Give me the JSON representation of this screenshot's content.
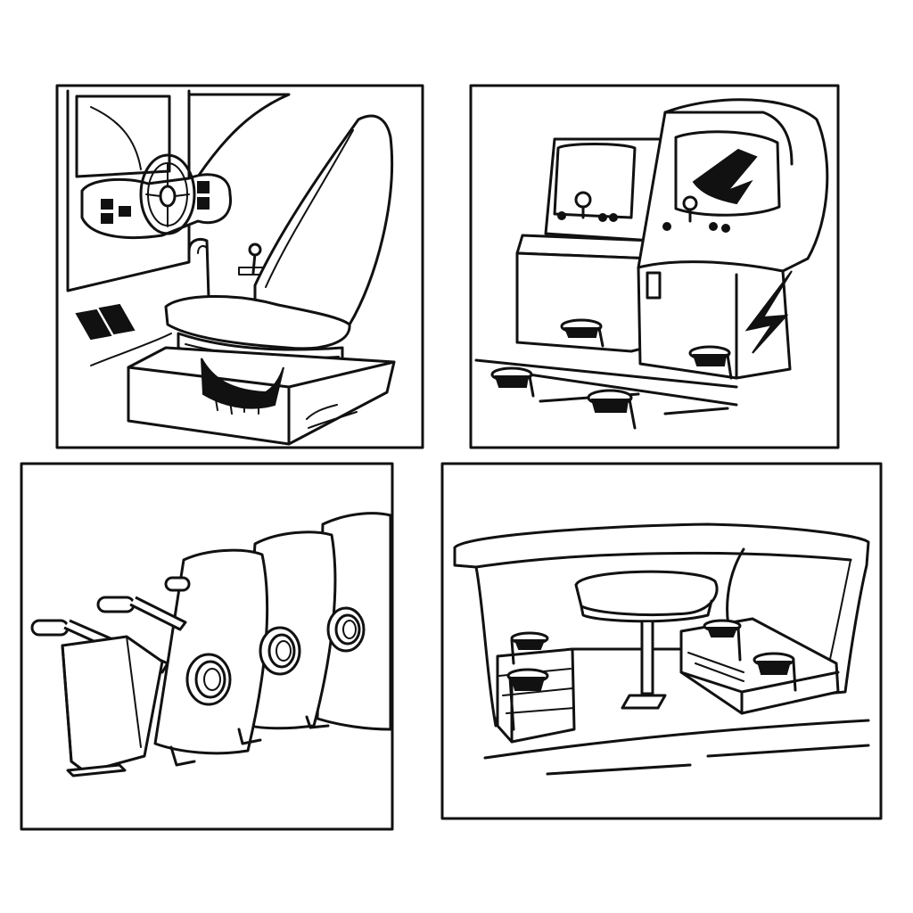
{
  "figure": {
    "colors": {
      "ink": "#111111",
      "paper": "#ffffff"
    },
    "panels": [
      {
        "id": "racing-simulator-seat",
        "icon": "racing-seat-icon"
      },
      {
        "id": "arcade-cabinets",
        "icon": "arcade-cabinet-icon"
      },
      {
        "id": "theater-seating",
        "icon": "theater-seat-icon"
      },
      {
        "id": "booth-seating",
        "icon": "booth-icon"
      }
    ]
  }
}
